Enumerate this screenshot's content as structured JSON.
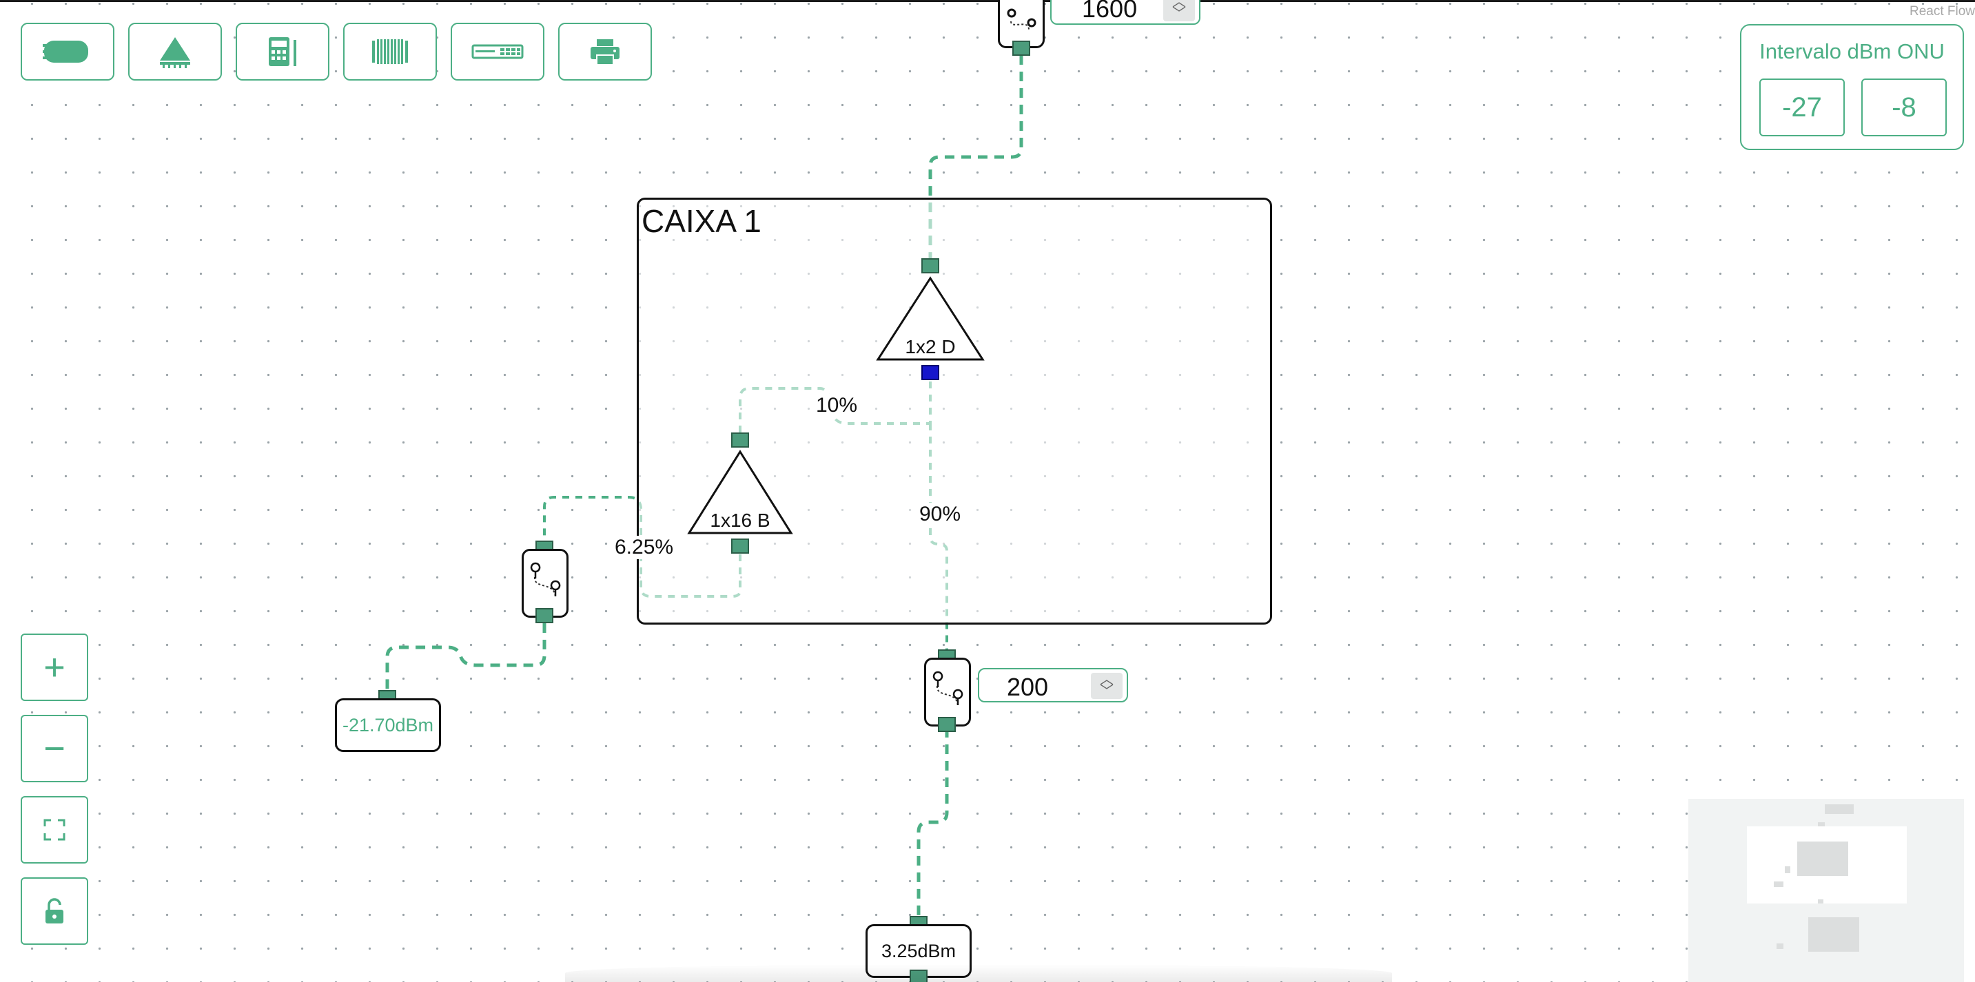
{
  "toolbar": {
    "buttons": [
      {
        "id": "olt",
        "icon": "olt-icon"
      },
      {
        "id": "splitter",
        "icon": "splitter-triangle-icon"
      },
      {
        "id": "calculator",
        "icon": "calculator-icon"
      },
      {
        "id": "fiber-spool",
        "icon": "fiber-spool-icon"
      },
      {
        "id": "switch",
        "icon": "switch-icon"
      },
      {
        "id": "print",
        "icon": "printer-icon"
      }
    ]
  },
  "dbm_range": {
    "title": "Intervalo dBm ONU",
    "min": "-27",
    "max": "-8"
  },
  "attribution": "React Flow",
  "group": {
    "label": "CAIXA 1"
  },
  "splitters": [
    {
      "id": "s1x2",
      "label": "1x2 D"
    },
    {
      "id": "s1x16",
      "label": "1x16 B"
    }
  ],
  "edge_labels": {
    "ten": "10%",
    "ninety": "90%",
    "six": "6.25%"
  },
  "lengths": {
    "top": "1600",
    "middle": "200"
  },
  "onus": {
    "left": "-21.70dBm",
    "bottom": "3.25dBm"
  },
  "colors": {
    "accent": "#4caf85",
    "handle": "#4c9c7c",
    "selected_handle": "#1616cc"
  },
  "controls": {
    "zoom_in": "+",
    "zoom_out": "−",
    "fit_view": "fit-view-icon",
    "lock": "unlock-icon"
  }
}
